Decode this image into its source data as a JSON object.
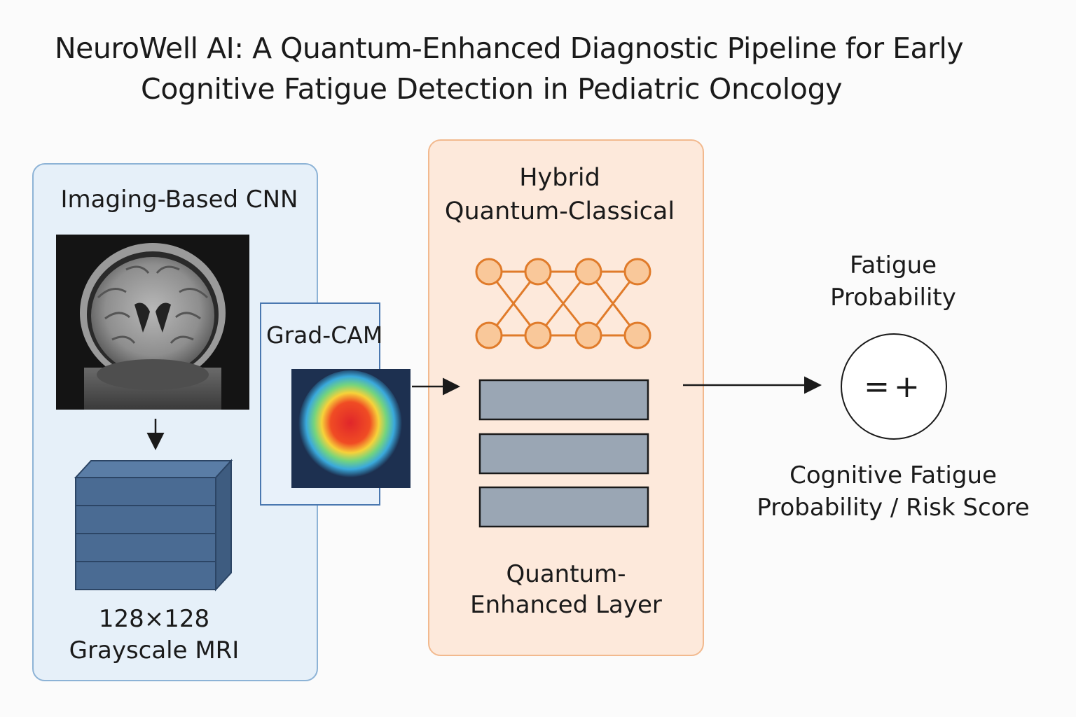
{
  "title": {
    "line1": "NeuroWell AI: A Quantum-Enhanced Diagnostic Pipeline for Early",
    "line2": "Cognitive Fatigue Detection in Pediatric Oncology"
  },
  "cnn_panel": {
    "title": "Imaging-Based CNN",
    "mri_caption_line1": "128×128",
    "mri_caption_line2": "Grayscale MRI",
    "gradcam_label": "Grad-CAM"
  },
  "hybrid_panel": {
    "title_line1": "Hybrid",
    "title_line2": "Quantum-Classical",
    "layer_caption_line1": "Quantum-",
    "layer_caption_line2": "Enhanced Layer"
  },
  "output": {
    "title_line1": "Fatigue",
    "title_line2": "Probability",
    "symbol": "=+",
    "caption_line1": "Cognitive Fatigue",
    "caption_line2": "Probability / Risk Score"
  },
  "colors": {
    "cnn_panel_fill": "#e6f0f9",
    "cnn_panel_border": "#8db3d6",
    "hybrid_panel_fill": "#fde9db",
    "hybrid_panel_border": "#f2b98e",
    "network_node": "#f9c89a",
    "network_edge": "#e07b2a",
    "stack_block": "#4a6b93",
    "layer_block": "#9aa6b4"
  }
}
